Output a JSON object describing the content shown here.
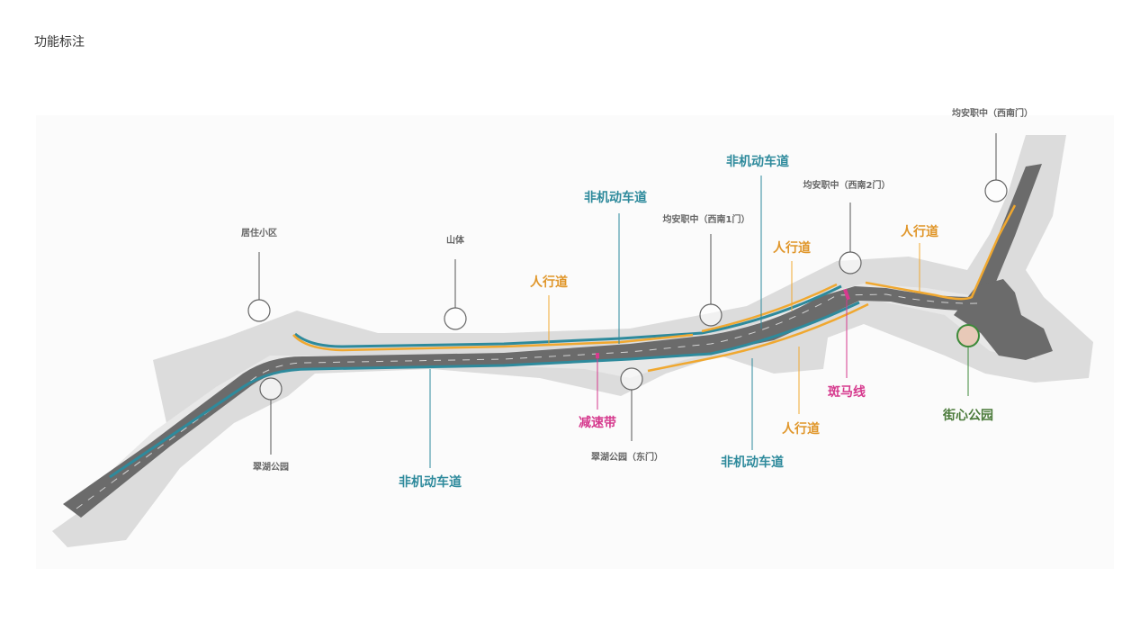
{
  "page_title": "功能标注",
  "colors": {
    "non_motor": "#2e8a9c",
    "pedestrian": "#f0a830",
    "accent_magenta": "#d63a8e",
    "park_green": "#3d8a3a",
    "road": "#6b6b6b",
    "ground": "#d9d9d9"
  },
  "places": {
    "residential": "居住小区",
    "mountain": "山体",
    "cuihu_park": "翠湖公园",
    "cuihu_park_east_gate": "翠湖公园（东门）",
    "junan_sw1": "均安职中（西南1门）",
    "junan_sw2": "均安职中（西南2门）",
    "junan_sw_gate": "均安职中（西南门）"
  },
  "labels": {
    "non_motor_top_1": "非机动车道",
    "non_motor_top_2": "非机动车道",
    "non_motor_bottom_1": "非机动车道",
    "non_motor_bottom_2": "非机动车道",
    "pedestrian_1": "人行道",
    "pedestrian_2": "人行道",
    "pedestrian_3": "人行道",
    "pedestrian_4": "人行道",
    "speed_bump": "减速带",
    "zebra_crossing": "斑马线",
    "street_park": "街心公园"
  }
}
